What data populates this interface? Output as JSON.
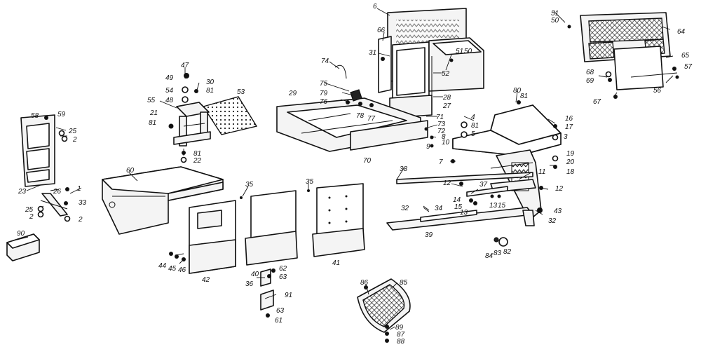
{
  "diagram": {
    "callouts": [
      {
        "label": "6"
      },
      {
        "label": "66"
      },
      {
        "label": "31"
      },
      {
        "label": "51"
      },
      {
        "label": "50"
      },
      {
        "label": "52"
      },
      {
        "label": "28"
      },
      {
        "label": "27"
      },
      {
        "label": "74"
      },
      {
        "label": "75"
      },
      {
        "label": "79"
      },
      {
        "label": "76"
      },
      {
        "label": "78"
      },
      {
        "label": "77"
      },
      {
        "label": "29"
      },
      {
        "label": "71"
      },
      {
        "label": "73"
      },
      {
        "label": "72"
      },
      {
        "label": "8"
      },
      {
        "label": "10"
      },
      {
        "label": "9"
      },
      {
        "label": "70"
      },
      {
        "label": "4"
      },
      {
        "label": "81"
      },
      {
        "label": "5"
      },
      {
        "label": "80"
      },
      {
        "label": "81"
      },
      {
        "label": "3"
      },
      {
        "label": "16"
      },
      {
        "label": "17"
      },
      {
        "label": "19"
      },
      {
        "label": "20"
      },
      {
        "label": "18"
      },
      {
        "label": "7"
      },
      {
        "label": "47"
      },
      {
        "label": "49"
      },
      {
        "label": "54"
      },
      {
        "label": "48"
      },
      {
        "label": "30"
      },
      {
        "label": "81"
      },
      {
        "label": "55"
      },
      {
        "label": "21"
      },
      {
        "label": "81"
      },
      {
        "label": "81"
      },
      {
        "label": "22"
      },
      {
        "label": "53"
      },
      {
        "label": "58"
      },
      {
        "label": "59"
      },
      {
        "label": "25"
      },
      {
        "label": "2"
      },
      {
        "label": "23"
      },
      {
        "label": "26"
      },
      {
        "label": "1"
      },
      {
        "label": "33"
      },
      {
        "label": "25"
      },
      {
        "label": "2"
      },
      {
        "label": "2"
      },
      {
        "label": "90"
      },
      {
        "label": "60"
      },
      {
        "label": "35"
      },
      {
        "label": "35"
      },
      {
        "label": "44"
      },
      {
        "label": "45"
      },
      {
        "label": "46"
      },
      {
        "label": "42"
      },
      {
        "label": "40"
      },
      {
        "label": "62"
      },
      {
        "label": "63"
      },
      {
        "label": "36"
      },
      {
        "label": "41"
      },
      {
        "label": "91"
      },
      {
        "label": "63"
      },
      {
        "label": "61"
      },
      {
        "label": "86"
      },
      {
        "label": "85"
      },
      {
        "label": "89"
      },
      {
        "label": "87"
      },
      {
        "label": "88"
      },
      {
        "label": "38"
      },
      {
        "label": "11"
      },
      {
        "label": "12"
      },
      {
        "label": "12"
      },
      {
        "label": "37"
      },
      {
        "label": "14"
      },
      {
        "label": "15"
      },
      {
        "label": "13"
      },
      {
        "label": "13"
      },
      {
        "label": "15"
      },
      {
        "label": "32"
      },
      {
        "label": "34"
      },
      {
        "label": "39"
      },
      {
        "label": "43"
      },
      {
        "label": "32"
      },
      {
        "label": "84"
      },
      {
        "label": "83"
      },
      {
        "label": "82"
      },
      {
        "label": "51"
      },
      {
        "label": "50"
      },
      {
        "label": "64"
      },
      {
        "label": "65"
      },
      {
        "label": "57"
      },
      {
        "label": "68"
      },
      {
        "label": "69"
      },
      {
        "label": "56"
      },
      {
        "label": "67"
      }
    ]
  }
}
